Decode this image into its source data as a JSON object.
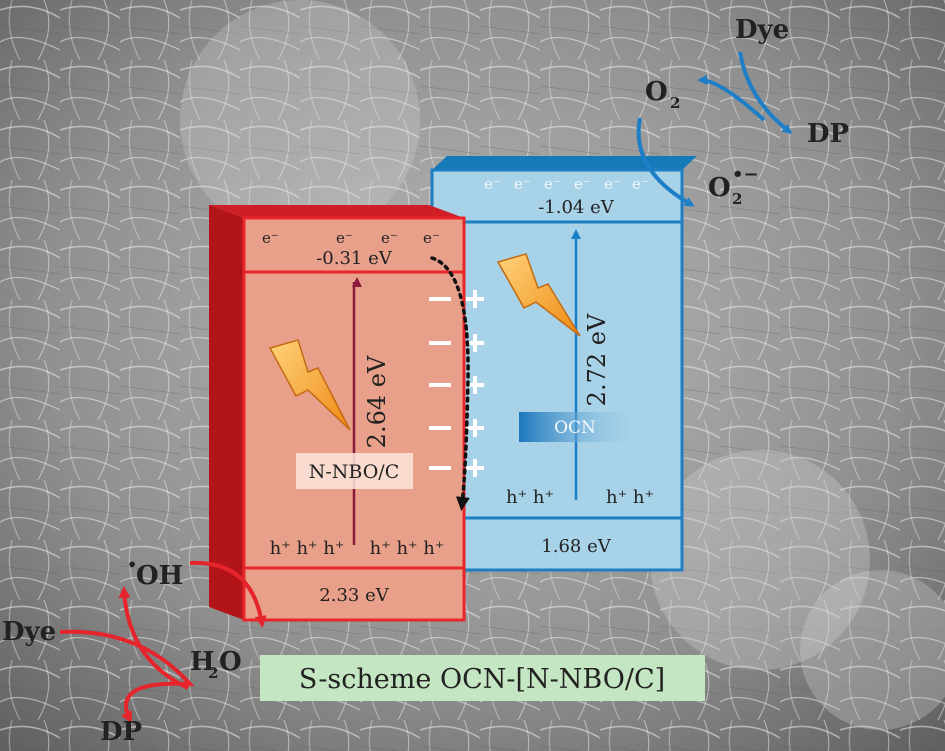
{
  "nnbo": {
    "electrons": [
      "e⁻",
      "e⁻",
      "e⁻",
      "e⁻"
    ],
    "cb_value": "-0.31 eV",
    "bandgap": "2.64 eV",
    "name": "N-NBO/C",
    "holes_left": "h⁺ h⁺ h⁺",
    "holes_right": "h⁺ h⁺ h⁺",
    "vb_value": "2.33 eV"
  },
  "ocn": {
    "electrons": [
      "e⁻",
      "e⁻",
      "e⁻",
      "e⁻",
      "e⁻",
      "e⁻"
    ],
    "cb_value": "-1.04 eV",
    "bandgap": "2.72 eV",
    "name": "OCN",
    "holes_left": "h⁺  h⁺",
    "holes_right": "h⁺  h⁺",
    "vb_value": "1.68 eV"
  },
  "reactions_top": {
    "dye": "Dye",
    "o2": "O",
    "o2_sub": "2",
    "dp": "DP",
    "radical": "O",
    "radical_sub": "2",
    "radical_sup": "•−"
  },
  "reactions_bottom": {
    "oh": "OH",
    "oh_dot": "•",
    "dye": "Dye",
    "h2o_h": "H",
    "h2o_sub": "2",
    "h2o_o": "O",
    "dp": "DP"
  },
  "title": "S-scheme OCN-[N-NBO/C]",
  "colors": {
    "nnbo_fill": "#e9a08a",
    "nnbo_border": "#e8262b",
    "nnbo_side": "#b2141a",
    "ocn_fill": "#a7d2e8",
    "ocn_border": "#1e7fc2",
    "ocn_top": "#1679b8",
    "bolt": "#f59a23",
    "title_bg": "#c5e6c2"
  }
}
